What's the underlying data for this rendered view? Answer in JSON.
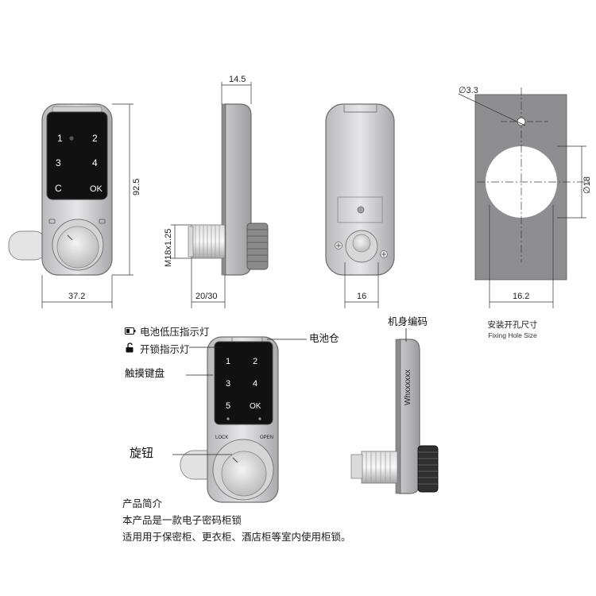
{
  "dimensions": {
    "front_width": "37.2",
    "front_height": "92.5",
    "side_depth": "14.5",
    "thread": "M18x1.25",
    "thread_length": "20/30",
    "back_width": "16",
    "hole_diameter_small": "∅3.3",
    "hole_diameter_large": "∅18",
    "hole_width": "16.2"
  },
  "keypad": {
    "keys": [
      "1",
      "2",
      "3",
      "4",
      "C",
      "OK"
    ],
    "keys_lower": [
      "1",
      "2",
      "3",
      "4",
      "5",
      "OK"
    ]
  },
  "fixing_hole": {
    "caption_cn": "安装开孔尺寸",
    "caption_en": "Fixing Hole Size"
  },
  "labels": {
    "low_battery": "电池低压指示灯",
    "unlock_indicator": "开锁指示灯",
    "battery_compartment": "电池仓",
    "touch_keypad": "触摸键盘",
    "knob": "旋钮",
    "body_code": "机身编码",
    "serial": "Whxxxxxx",
    "lock_text": "LOCK",
    "open_text": "OPEN"
  },
  "intro": {
    "title": "产品简介",
    "line1": "本产品是一款电子密码柜锁",
    "line2": "适用用于保密柜、更衣柜、酒店柜等室内使用柜锁。"
  }
}
